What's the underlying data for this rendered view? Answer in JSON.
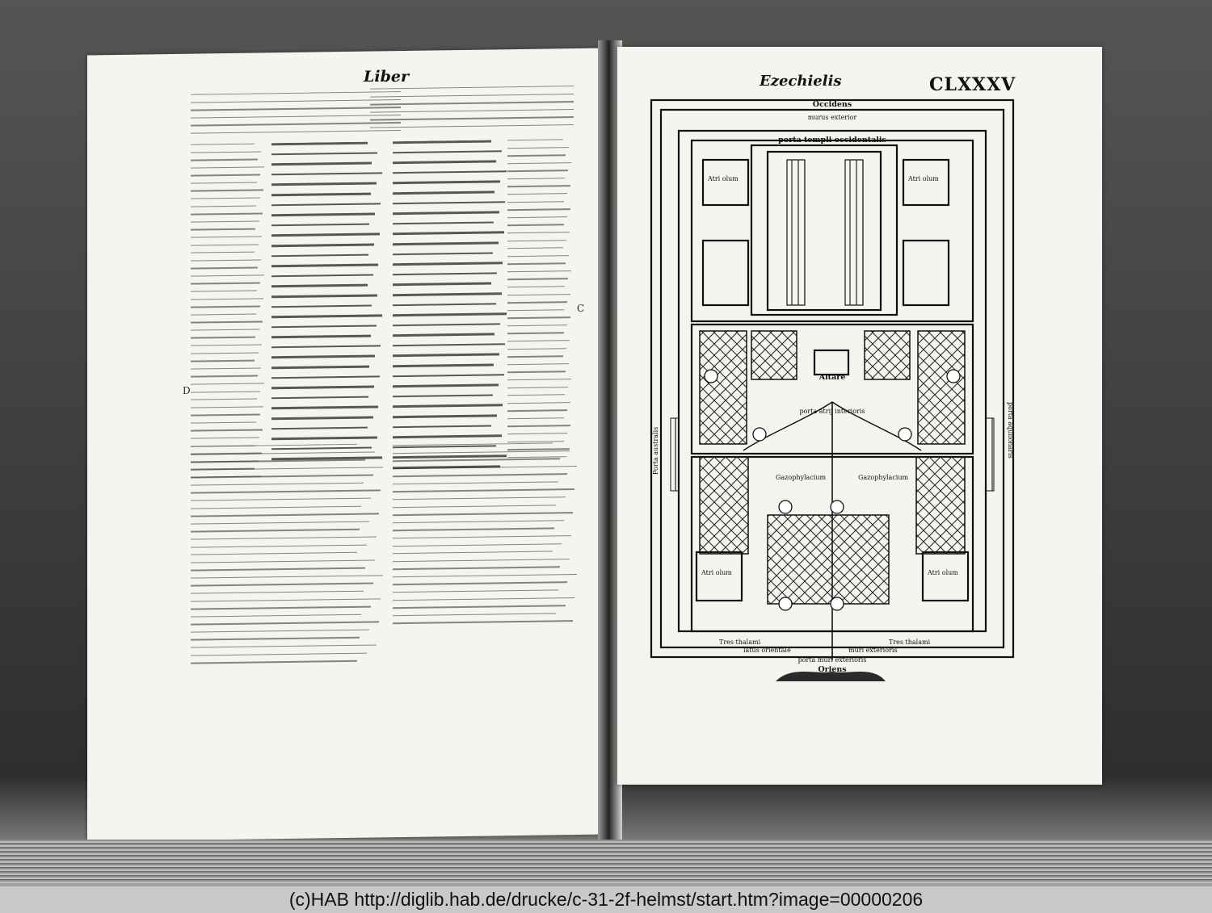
{
  "caption": "(c)HAB http://diglib.hab.de/drucke/c-31-2f-helmst/start.htm?image=00000206",
  "left_page": {
    "running_head": "Liber",
    "margin_letters": [
      "C",
      "D"
    ]
  },
  "right_page": {
    "running_head_title": "Ezechielis",
    "folio": "CLXXXV",
    "diagram_labels": {
      "top": "Occidens",
      "bottom": "Oriens",
      "center": "Altare",
      "porta_occ": "porta templi occidentalis",
      "atrium_int": "porta atrij interioris",
      "porta_ext_or": "porta muri exterioris",
      "murus": "murus exterior",
      "atrium_tl": "Atri olum",
      "atrium_tr": "Atri olum",
      "atrium_bl": "Atri olum",
      "atrium_br": "Atri olum",
      "thalami_l": "Tres thalami",
      "thalami_r": "Tres thalami",
      "gazophylacium_l": "Gazophylacium",
      "gazophylacium_r": "Gazophylacium",
      "porta_austr": "Porta australis",
      "porta_aquil": "porta aquilonaris",
      "latus_or": "latus orientale",
      "muri_ext": "muri exterioris"
    }
  }
}
